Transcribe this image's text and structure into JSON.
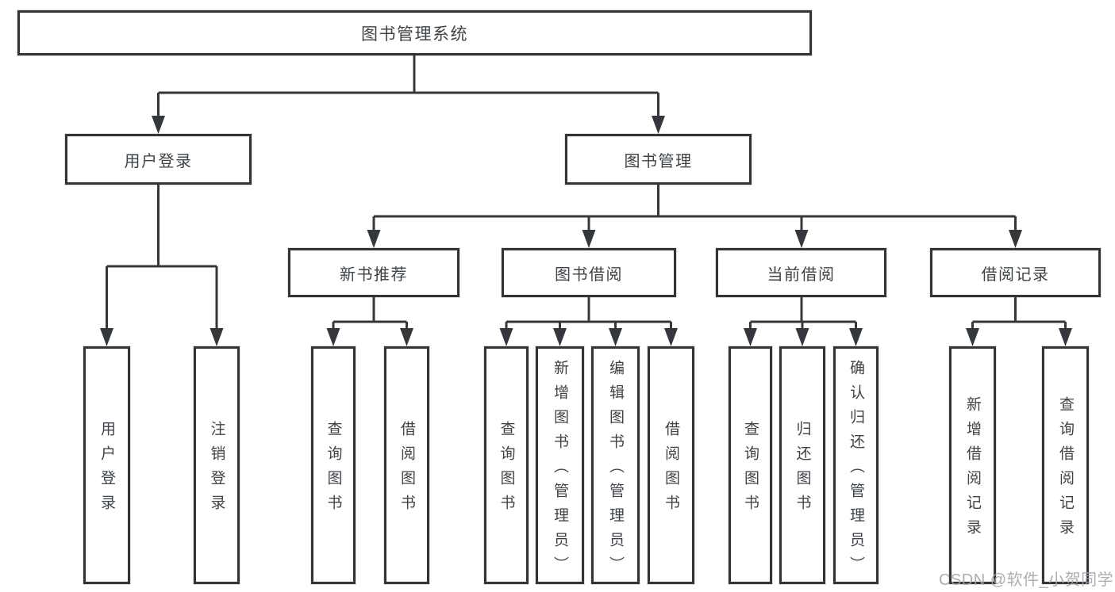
{
  "title": "图书管理系统",
  "tree": {
    "user_login": {
      "label": "用户登录",
      "children": [
        "用户登录",
        "注销登录"
      ]
    },
    "book_management": {
      "label": "图书管理",
      "sections": [
        {
          "label": "新书推荐",
          "children": [
            "查询图书",
            "借阅图书"
          ]
        },
        {
          "label": "图书借阅",
          "children": [
            "查询图书",
            "新增图书（管理员）",
            "编辑图书（管理员）",
            "借阅图书"
          ]
        },
        {
          "label": "当前借阅",
          "children": [
            "查询图书",
            "归还图书",
            "确认归还（管理员）"
          ]
        },
        {
          "label": "借阅记录",
          "children": [
            "新增借阅记录",
            "查询借阅记录"
          ]
        }
      ]
    }
  },
  "watermark": "CSDN @软件_小贺同学",
  "colors": {
    "background": "#ffffff",
    "line": "#34383d",
    "box_border": "#313539",
    "text": "#3e4348",
    "watermark": "#a4a4aa"
  }
}
